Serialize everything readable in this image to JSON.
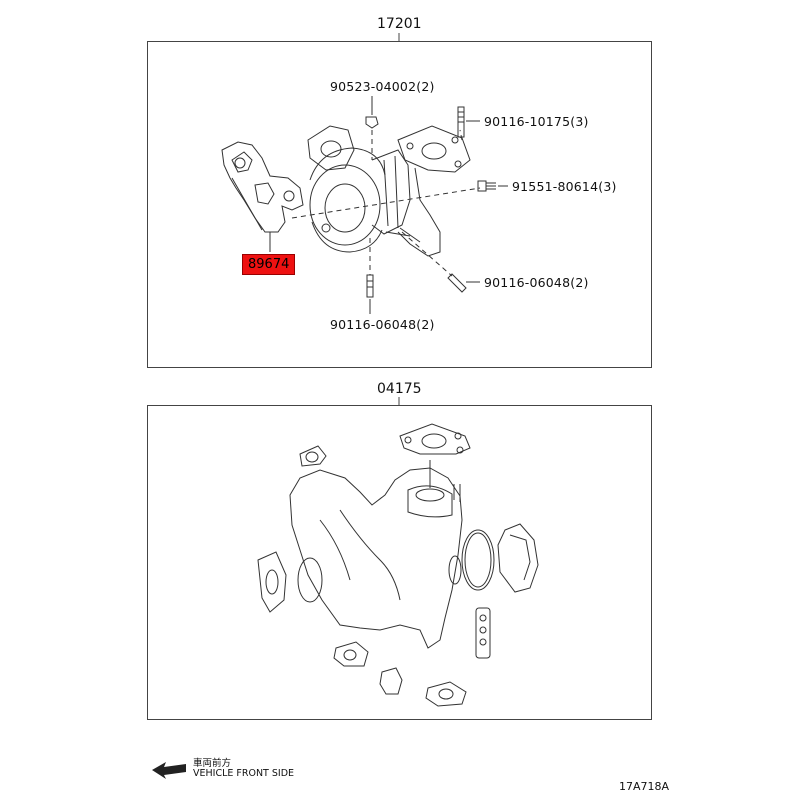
{
  "groups": {
    "upper": {
      "number": "17201"
    },
    "lower": {
      "number": "04175"
    }
  },
  "callouts": {
    "nut_top": "90523-04002(2)",
    "stud_top": "90116-10175(3)",
    "bolt_right": "91551-80614(3)",
    "stud_right": "90116-06048(2)",
    "stud_bottom": "90116-06048(2)",
    "highlighted": "89674"
  },
  "footer": {
    "direction_jp": "車両前方",
    "direction_en": "VEHICLE FRONT SIDE",
    "diagram_code": "17A718A"
  },
  "colors": {
    "highlight": "#ee1111",
    "line": "#444444"
  }
}
